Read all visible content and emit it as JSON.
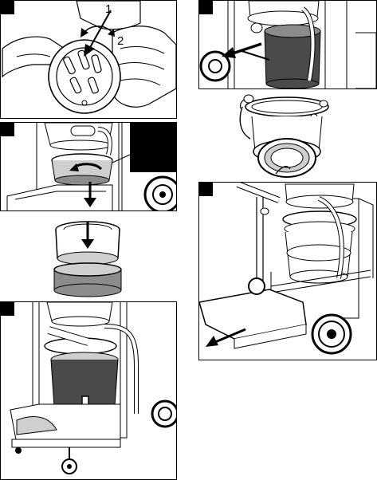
{
  "step1": {
    "callout_1": "1",
    "callout_2": "2"
  },
  "colors": {
    "ink": "#000000",
    "shade_dark": "#4a4a4a",
    "shade_mid": "#8c8c8c",
    "shade_light": "#cfcfcf",
    "paper": "#ffffff"
  },
  "icons": [
    "twist-rotate-arrow",
    "down-arrow",
    "pull-out-arrow",
    "step-number-marker"
  ]
}
